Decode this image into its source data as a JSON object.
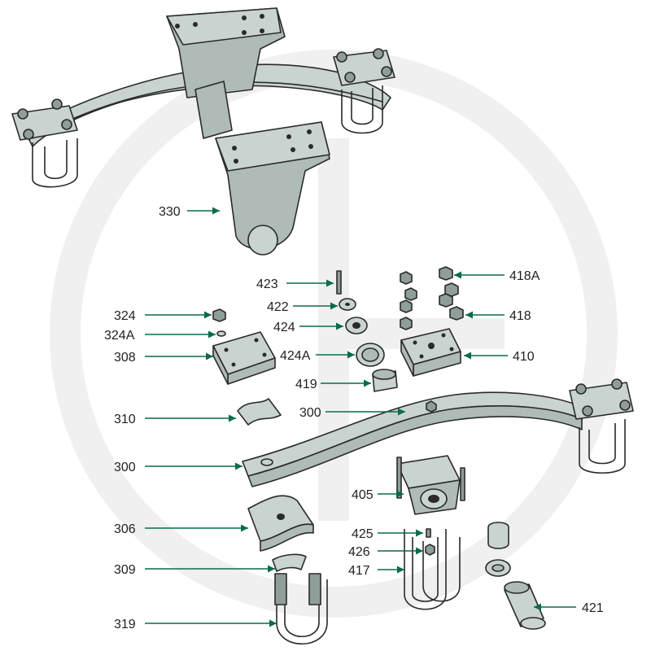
{
  "diagram": {
    "accent_color": "#0a6a4e",
    "watermark_color": "#f0f0f0",
    "callouts": [
      {
        "id": "330",
        "label": "330"
      },
      {
        "id": "423",
        "label": "423"
      },
      {
        "id": "418A",
        "label": "418A"
      },
      {
        "id": "422",
        "label": "422"
      },
      {
        "id": "324",
        "label": "324"
      },
      {
        "id": "418",
        "label": "418"
      },
      {
        "id": "424",
        "label": "424"
      },
      {
        "id": "324A",
        "label": "324A"
      },
      {
        "id": "308",
        "label": "308"
      },
      {
        "id": "424A",
        "label": "424A"
      },
      {
        "id": "410",
        "label": "410"
      },
      {
        "id": "419",
        "label": "419"
      },
      {
        "id": "300a",
        "label": "300"
      },
      {
        "id": "310",
        "label": "310"
      },
      {
        "id": "300b",
        "label": "300"
      },
      {
        "id": "405",
        "label": "405"
      },
      {
        "id": "306",
        "label": "306"
      },
      {
        "id": "425",
        "label": "425"
      },
      {
        "id": "426",
        "label": "426"
      },
      {
        "id": "309",
        "label": "309"
      },
      {
        "id": "417",
        "label": "417"
      },
      {
        "id": "421",
        "label": "421"
      },
      {
        "id": "319",
        "label": "319"
      }
    ]
  }
}
